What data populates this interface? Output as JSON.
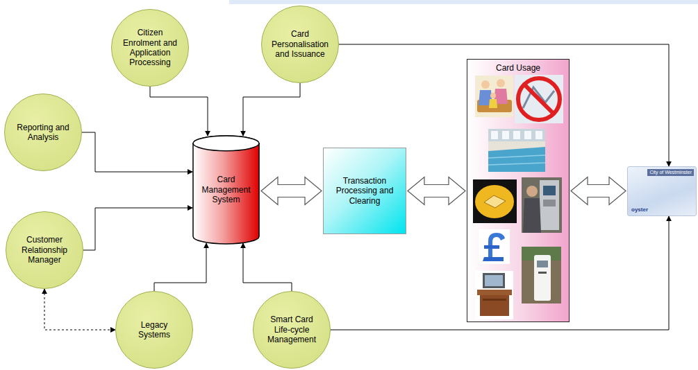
{
  "diagram": {
    "nodes": [
      {
        "text": [
          "Citizen Enrolment and Application Processing"
        ]
      },
      {
        "text": [
          "Card Personalisation and Issuance"
        ]
      },
      {
        "text": [
          "Reporting and Analysis"
        ]
      },
      {
        "text": [
          "Card Management System"
        ]
      },
      {
        "text": [
          "Transaction Processing and Clearing"
        ]
      },
      {
        "text": [
          "Card Usage"
        ]
      },
      {
        "text": [
          "Customer Relationship Manager"
        ]
      },
      {
        "text": [
          "Legacy Systems"
        ]
      },
      {
        "text": [
          "Smart Card Life-cycle Management"
        ]
      },
      {
        "text": [
          "City of Westminster",
          "oyster"
        ]
      }
    ],
    "edges": [
      {
        "from": 0,
        "to": 3,
        "arrow": "to"
      },
      {
        "from": 1,
        "to": 3,
        "arrow": "to"
      },
      {
        "from": 2,
        "to": 3,
        "arrow": "to"
      },
      {
        "from": 6,
        "to": 3,
        "arrow": "to"
      },
      {
        "from": 7,
        "to": 3,
        "arrow": "to"
      },
      {
        "from": 8,
        "to": 3,
        "arrow": "to"
      },
      {
        "from": 6,
        "to": 7,
        "arrow": "both"
      },
      {
        "from": 3,
        "to": 4,
        "arrow": "both"
      },
      {
        "from": 4,
        "to": 5,
        "arrow": "both"
      },
      {
        "from": 5,
        "to": 9,
        "arrow": "both"
      },
      {
        "from": 1,
        "to": 9,
        "arrow": "to"
      },
      {
        "from": 8,
        "to": 9,
        "arrow": "to"
      }
    ]
  }
}
